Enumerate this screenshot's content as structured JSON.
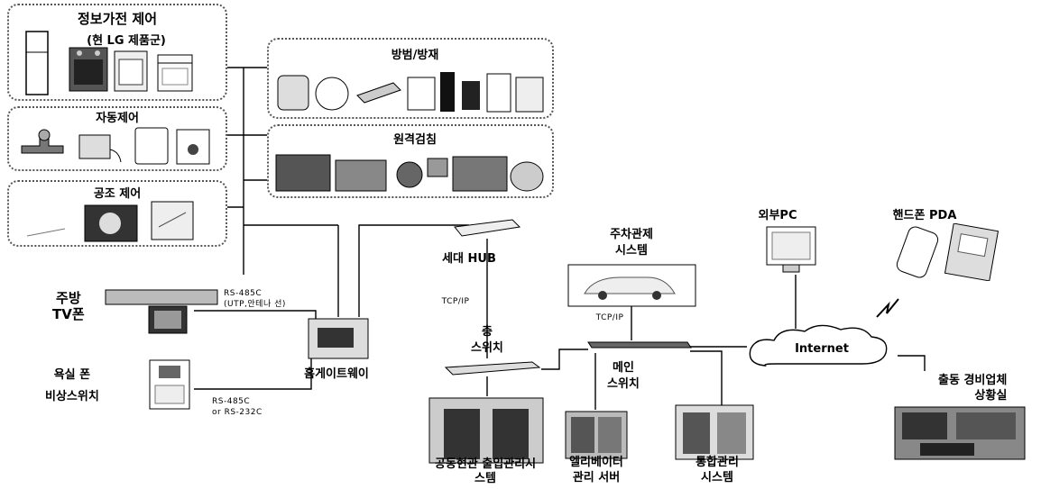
{
  "groups": {
    "info_appliance": {
      "title": "정보가전 제어",
      "subtitle": "(현 LG 제품군)"
    },
    "auto_control": {
      "title": "자동제어"
    },
    "hvac_control": {
      "title": "공조 제어"
    },
    "security": {
      "title": "방범/방재"
    },
    "remote_meter": {
      "title": "원격검침"
    }
  },
  "nodes": {
    "kitchen_tv_phone": "주방\nTV폰",
    "rs485_utp": "RS-485C\n(UTP,안테나 선)",
    "bath_phone": "욕실 폰\n비상스위치",
    "rs485_rs232": "RS-485C\nor RS-232C",
    "home_gateway": "홈게이트웨이",
    "unit_hub": "세대 HUB",
    "tcpip_left": "TCP/IP",
    "floor_switch": "층\n스위치",
    "entrance_system": "공동현관 출입관리시\n스템",
    "parking_system": "주차관제\n시스템",
    "tcpip_mid": "TCP/IP",
    "main_switch": "메인\n스위치",
    "elevator_server": "엘리베이터\n관리 서버",
    "integrated_system": "통합관리\n시스템",
    "external_pc": "외부PC",
    "handphone_pda": "핸드폰 PDA",
    "internet": "Internet",
    "security_company": "출동 경비업체\n상황실"
  },
  "colors": {
    "line": "#000000",
    "border": "#555555",
    "device_dark": "#333333",
    "device_mid": "#888888",
    "device_light": "#dddddd"
  }
}
